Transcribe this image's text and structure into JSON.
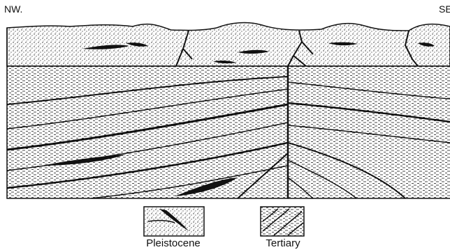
{
  "labels": {
    "nw": "NW.",
    "se": "SE"
  },
  "legend": [
    {
      "name": "Pleistocene"
    },
    {
      "name": "Tertiary"
    }
  ],
  "colors": {
    "ink": "#111111",
    "paper": "#ffffff"
  }
}
